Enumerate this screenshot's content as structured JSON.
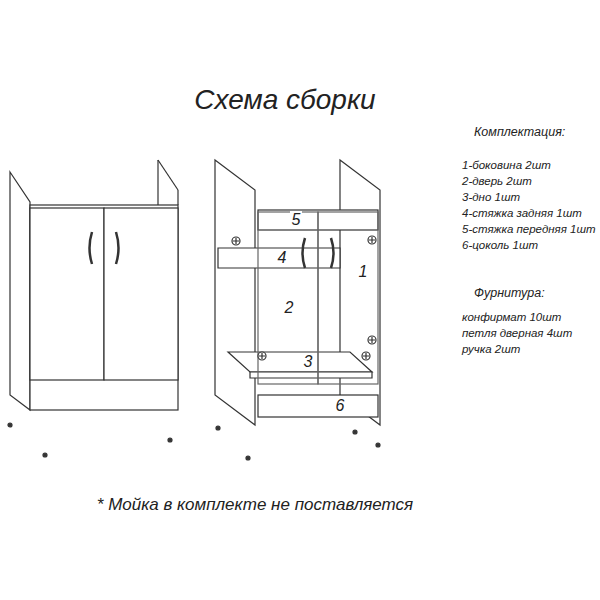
{
  "diagram": {
    "title": "Схема сборки",
    "caption": "* Мойка в комплекте не поставляется",
    "labels": [
      "Комплектация:",
      "1-боковина 2шт",
      "2-дверь 2шт",
      "3-дно 1шт",
      "4-стяжка задняя 1шт",
      "5-стяжка передняя 1шт",
      "6-цоколь 1шт",
      "Фурнитура:",
      "конфирмат 10шт",
      "петля дверная 4шт",
      "ручка 2шт",
      "5",
      "4",
      "1",
      "2",
      "3",
      "6"
    ]
  }
}
